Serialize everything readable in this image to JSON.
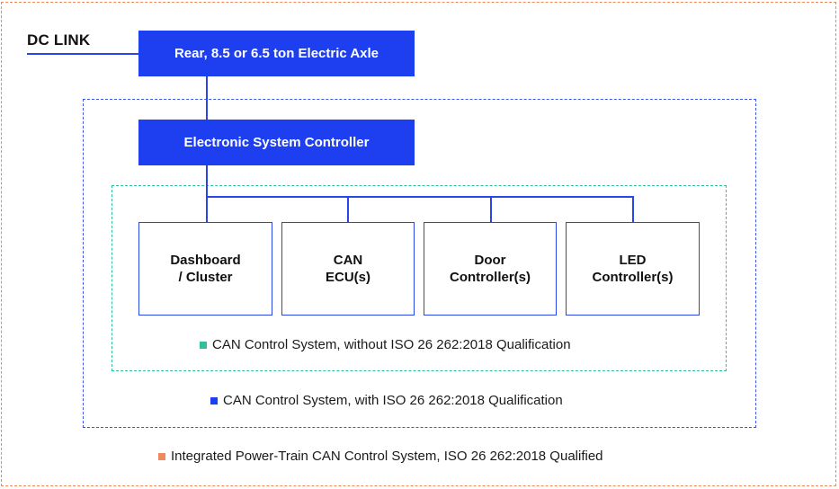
{
  "dc_link": {
    "label": "DC LINK"
  },
  "nodes": {
    "axle": "Rear, 8.5 or 6.5 ton Electric Axle",
    "esc": "Electronic System Controller",
    "dashboard": "Dashboard\n/ Cluster",
    "can_ecu": "CAN\nECU(s)",
    "door": "Door\nController(s)",
    "led": "LED\nController(s)"
  },
  "legends": {
    "green": "CAN Control System, without ISO 26 262:2018 Qualification",
    "blue": "CAN Control System, with ISO 26 262:2018 Qualification",
    "orange": "Integrated Power-Train CAN Control System, ISO 26 262:2018 Qualified"
  },
  "colors": {
    "green": "#2fbf9b",
    "blue": "#1d3ff0",
    "orange": "#f08a5d"
  }
}
